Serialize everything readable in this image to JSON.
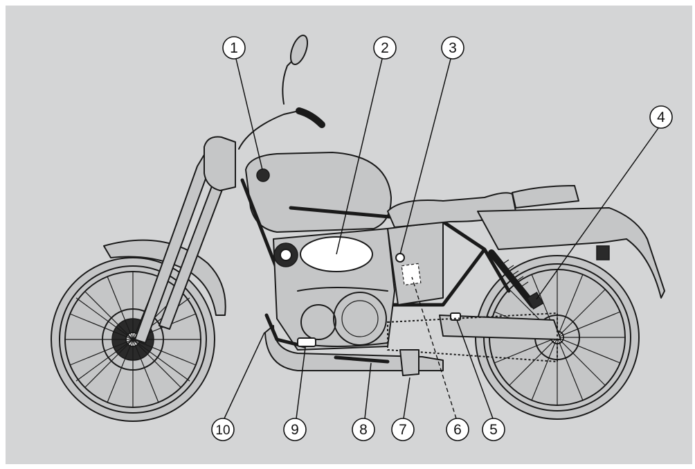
{
  "callouts": [
    {
      "num": "1",
      "label": "1"
    },
    {
      "num": "2",
      "label": "2"
    },
    {
      "num": "3",
      "label": "3"
    },
    {
      "num": "4",
      "label": "4"
    },
    {
      "num": "5",
      "label": "5"
    },
    {
      "num": "6",
      "label": "6"
    },
    {
      "num": "7",
      "label": "7"
    },
    {
      "num": "8",
      "label": "8"
    },
    {
      "num": "9",
      "label": "9"
    },
    {
      "num": "10",
      "label": "10"
    }
  ],
  "colors": {
    "background": "#d4d5d6",
    "line": "#1a1a1a",
    "label_fill": "#ffffff"
  }
}
